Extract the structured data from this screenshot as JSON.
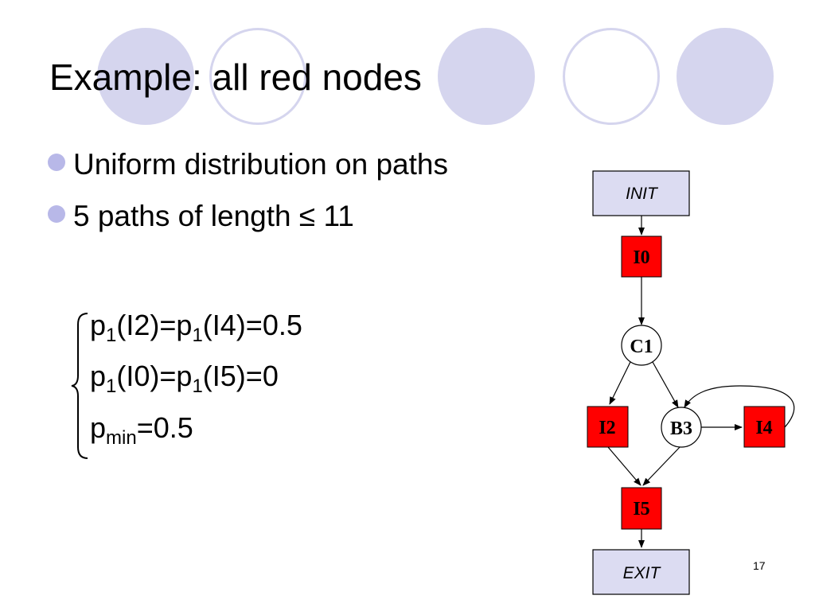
{
  "slide": {
    "title": "Example: all red nodes",
    "bullets": [
      "Uniform distribution on paths",
      "5 paths of length ≤ 11"
    ],
    "equations": [
      {
        "parts": [
          "p",
          "1",
          "(I2)=p",
          "1",
          "(I4)=0.5"
        ]
      },
      {
        "parts": [
          "p",
          "1",
          "(I0)=p",
          "1",
          "(I5)=0"
        ]
      },
      {
        "parts": [
          "p",
          "min",
          "=0.5"
        ]
      }
    ],
    "slide_number": "17"
  },
  "graph": {
    "nodes": [
      {
        "id": "INIT",
        "label": "INIT",
        "kind": "terminal",
        "fill": "#dcdcf2"
      },
      {
        "id": "I0",
        "label": "I0",
        "kind": "instruction",
        "fill": "#ff0000"
      },
      {
        "id": "C1",
        "label": "C1",
        "kind": "branch",
        "fill": "#ffffff"
      },
      {
        "id": "I2",
        "label": "I2",
        "kind": "instruction",
        "fill": "#ff0000"
      },
      {
        "id": "B3",
        "label": "B3",
        "kind": "branch",
        "fill": "#ffffff"
      },
      {
        "id": "I4",
        "label": "I4",
        "kind": "instruction",
        "fill": "#ff0000"
      },
      {
        "id": "I5",
        "label": "I5",
        "kind": "instruction",
        "fill": "#ff0000"
      },
      {
        "id": "EXIT",
        "label": "EXIT",
        "kind": "terminal",
        "fill": "#dcdcf2"
      }
    ],
    "edges": [
      {
        "from": "INIT",
        "to": "I0"
      },
      {
        "from": "I0",
        "to": "C1"
      },
      {
        "from": "C1",
        "to": "I2"
      },
      {
        "from": "C1",
        "to": "B3"
      },
      {
        "from": "B3",
        "to": "I4"
      },
      {
        "from": "I4",
        "to": "B3"
      },
      {
        "from": "I2",
        "to": "I5"
      },
      {
        "from": "B3",
        "to": "I5"
      },
      {
        "from": "I5",
        "to": "EXIT"
      }
    ]
  },
  "colors": {
    "accent_circle": "#d5d5ee",
    "bullet_dot": "#b8b8e8",
    "red_node": "#ff0000",
    "terminal_node": "#dcdcf2"
  }
}
